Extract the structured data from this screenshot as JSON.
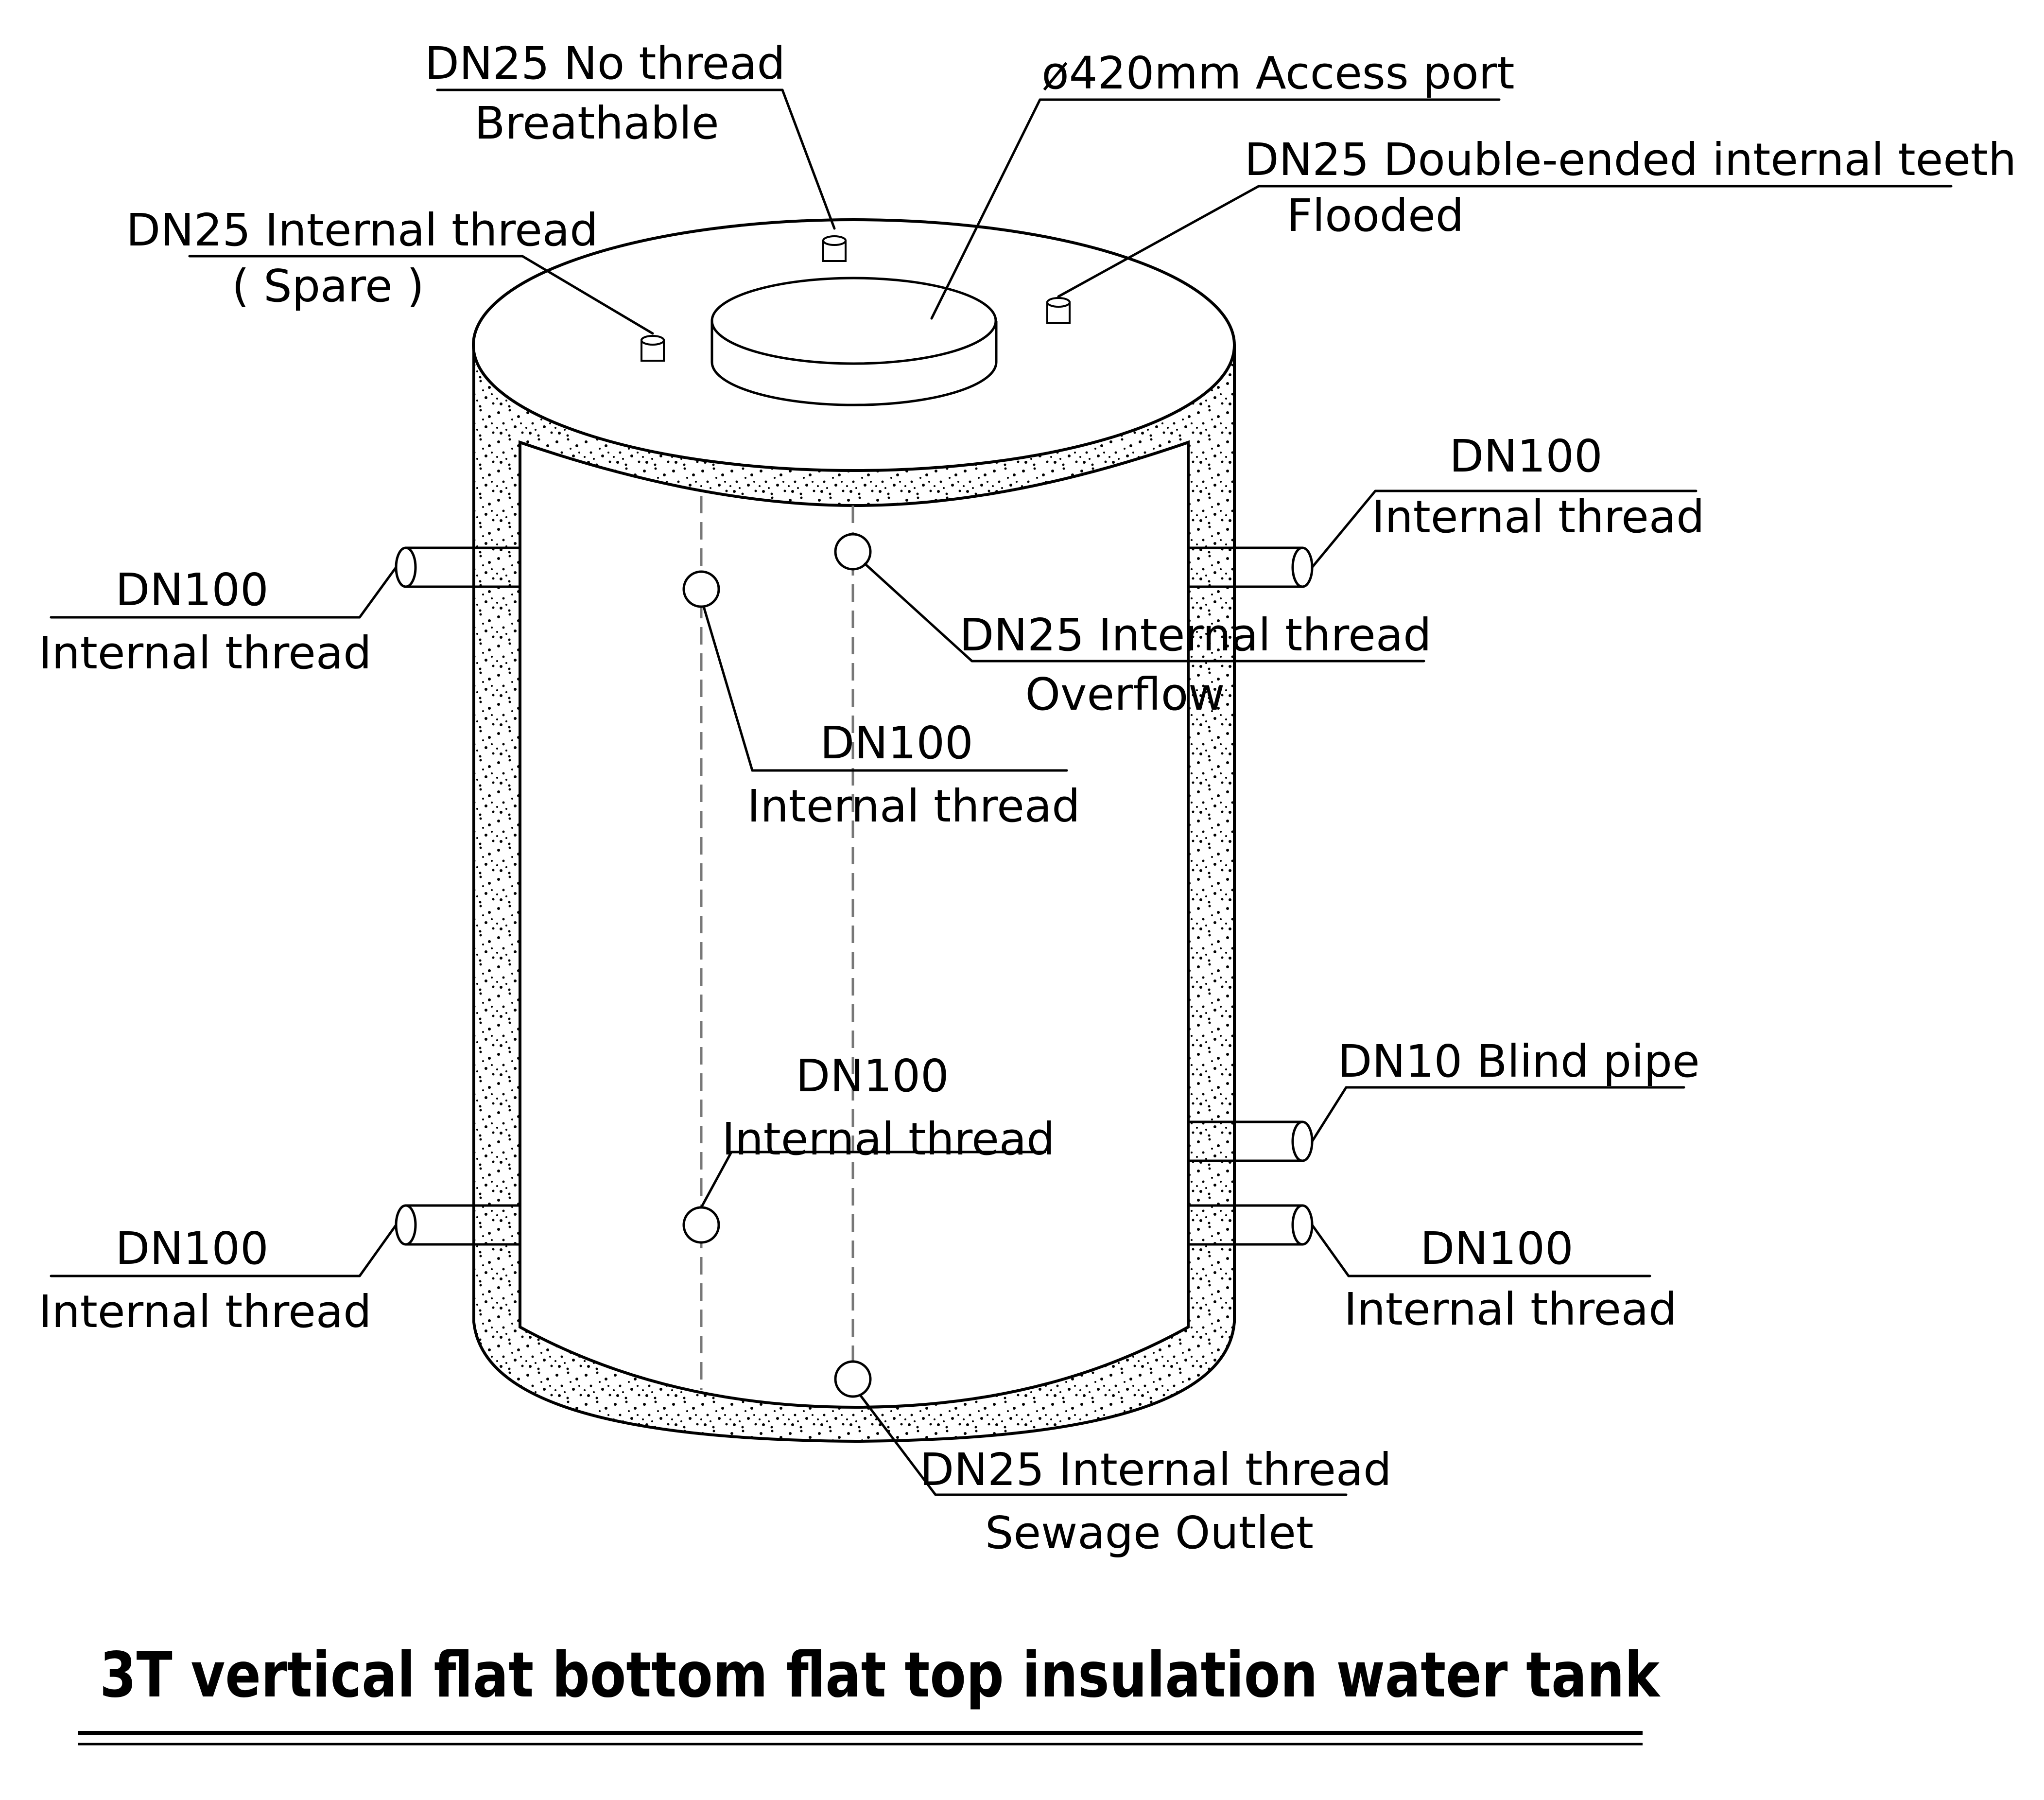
{
  "title": "3T vertical flat bottom flat top insulation water tank",
  "labels": {
    "access_port": "ø420mm Access port",
    "breathable_l1": "DN25 No thread",
    "breathable_l2": "Breathable",
    "flooded_l1": "DN25 Double-ended internal teeth",
    "flooded_l2": "Flooded",
    "spare_l1": "DN25 Internal thread",
    "spare_l2": "( Spare )",
    "left_upper_l1": "DN100",
    "left_upper_l2": "Internal thread",
    "right_upper_l1": "DN100",
    "right_upper_l2": "Internal thread",
    "overflow_l1": "DN25 Internal thread",
    "overflow_l2": "Overflow",
    "center_upper_l1": "DN100",
    "center_upper_l2": "Internal thread",
    "blind_pipe": "DN10 Blind pipe",
    "center_lower_l1": "DN100",
    "center_lower_l2": "Internal thread",
    "left_lower_l1": "DN100",
    "left_lower_l2": "Internal thread",
    "right_lower_l1": "DN100",
    "right_lower_l2": "Internal thread",
    "sewage_l1": "DN25 Internal thread",
    "sewage_l2": "Sewage Outlet"
  }
}
